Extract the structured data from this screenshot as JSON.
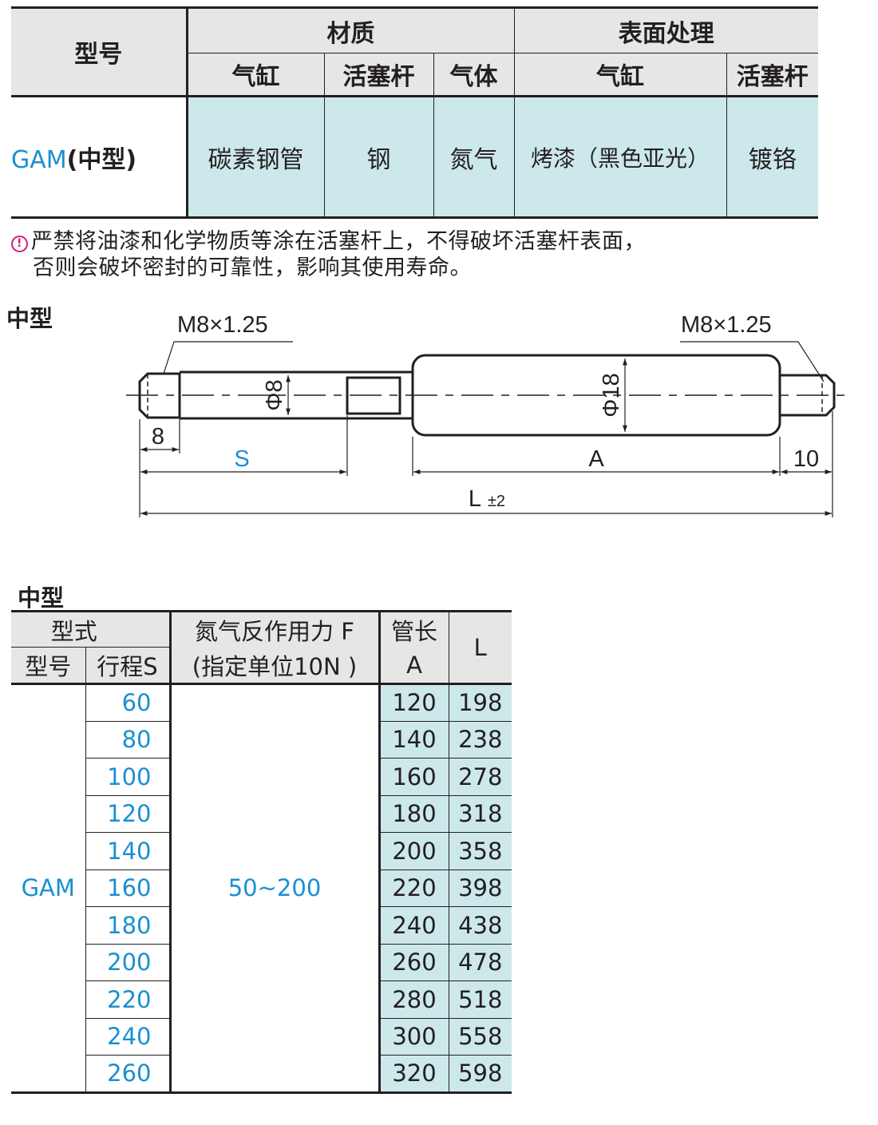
{
  "material_table": {
    "h_model": "型号",
    "h_material": "材质",
    "h_surface": "表面处理",
    "h_cylinder": "气缸",
    "h_rod": "活塞杆",
    "h_gas": "气体",
    "h_cylinder2": "气缸",
    "h_rod2": "活塞杆",
    "model_code": "GAM",
    "model_suffix": "(中型)",
    "cylinder_material": "碳素钢管",
    "rod_material": "钢",
    "gas": "氮气",
    "cylinder_finish": "烤漆（黑色亚光）",
    "rod_finish": "镀铬"
  },
  "note": {
    "icon": "warning-circle-icon",
    "line1": "严禁将油漆和化学物质等涂在活塞杆上，不得破坏活塞杆表面，",
    "line2": "否则会破坏密封的可靠性，影响其使用寿命。"
  },
  "drawing": {
    "title": "中型",
    "thread_left": "M8×1.25",
    "thread_right": "M8×1.25",
    "rod_dia": "Φ8",
    "tube_dia": "Φ18",
    "dim_8": "8",
    "dim_s": "S",
    "dim_a": "A",
    "dim_10": "10",
    "dim_l": "L",
    "dim_l_tol": "±2"
  },
  "spec_table": {
    "title": "中型",
    "h_type": "型式",
    "h_model": "型号",
    "h_stroke": "行程S",
    "h_force1": "氮气反作用力 F",
    "h_force2": "(指定单位10N )",
    "h_tube1": "管长",
    "h_tube2": "A",
    "h_l": "L",
    "model": "GAM",
    "force": "50~200",
    "rows": [
      {
        "s": "60",
        "a": "120",
        "l": "198"
      },
      {
        "s": "80",
        "a": "140",
        "l": "238"
      },
      {
        "s": "100",
        "a": "160",
        "l": "278"
      },
      {
        "s": "120",
        "a": "180",
        "l": "318"
      },
      {
        "s": "140",
        "a": "200",
        "l": "358"
      },
      {
        "s": "160",
        "a": "220",
        "l": "398"
      },
      {
        "s": "180",
        "a": "240",
        "l": "438"
      },
      {
        "s": "200",
        "a": "260",
        "l": "478"
      },
      {
        "s": "220",
        "a": "280",
        "l": "518"
      },
      {
        "s": "240",
        "a": "300",
        "l": "558"
      },
      {
        "s": "260",
        "a": "320",
        "l": "598"
      }
    ]
  },
  "colors": {
    "accent": "#1a8fd1",
    "header_bg": "#e6e6e6",
    "cell_bg": "#cde8ea",
    "warn": "#d0207a"
  }
}
